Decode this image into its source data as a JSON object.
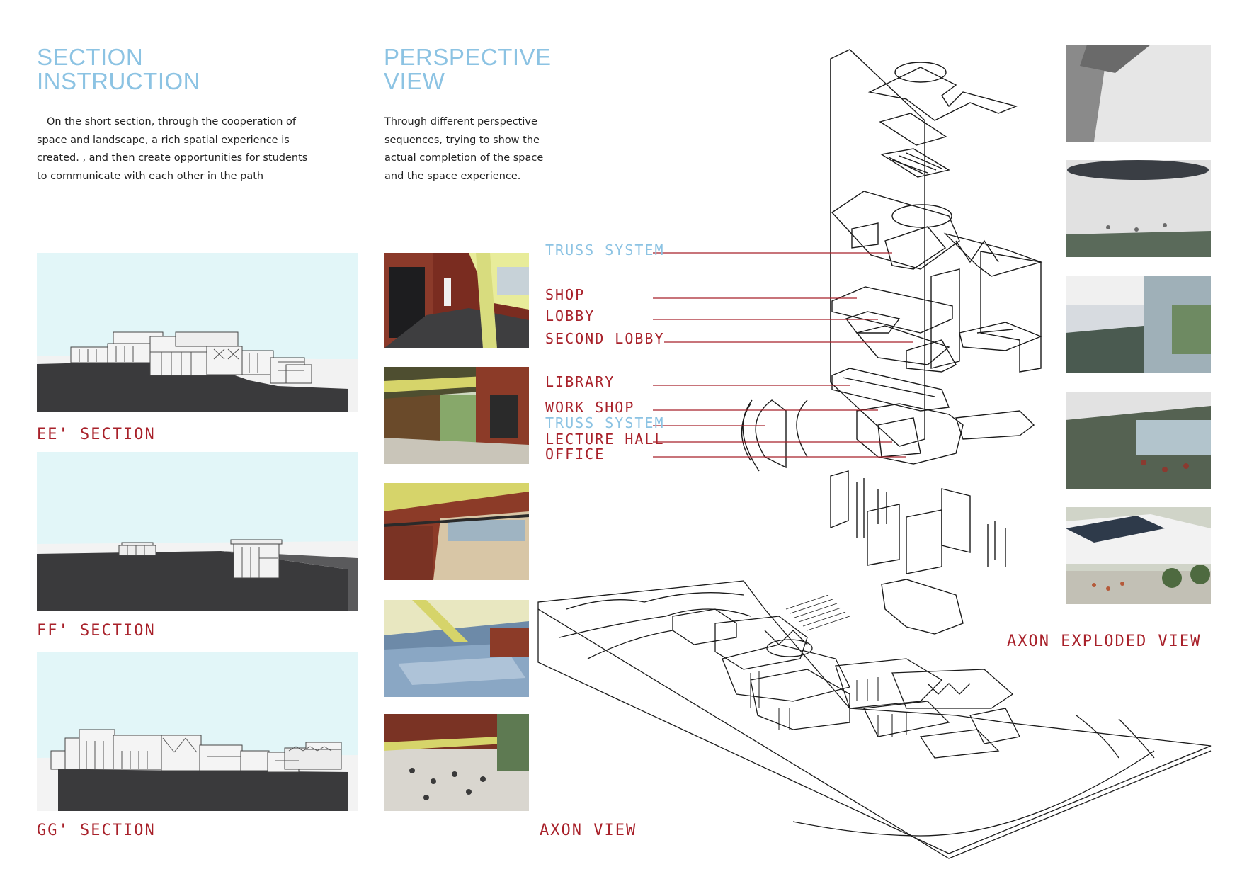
{
  "section_instruction": {
    "title_line1": "SECTION",
    "title_line2": "INSTRUCTION",
    "body_lines": [
      "On the short section, through the cooperation of",
      "space and landscape, a rich spatial experience is",
      "created. , and then create opportunities for students",
      "to communicate with each other in the path"
    ]
  },
  "perspective_view": {
    "title_line1": "PERSPECTIVE",
    "title_line2": "VIEW",
    "body_lines": [
      "Through different perspective",
      "sequences, trying to show the",
      "actual completion of the space",
      "and the space experience."
    ]
  },
  "sections": [
    {
      "label": "EE' SECTION"
    },
    {
      "label": "FF' SECTION"
    },
    {
      "label": "GG' SECTION"
    }
  ],
  "exploded_labels": {
    "truss_system_top": "TRUSS SYSTEM",
    "shop": "SHOP",
    "lobby": "LOBBY",
    "second_lobby": "SECOND LOBBY",
    "library": "LIBRARY",
    "work_shop": "WORK SHOP",
    "truss_system_bottom": "TRUSS SYSTEM",
    "lecture_hall": "LECTURE HALL",
    "office": "OFFICE"
  },
  "axon_view_label": "AXON VIEW",
  "axon_exploded_label": "AXON EXPLODED VIEW",
  "colors": {
    "accent_red": "#a8212a",
    "accent_blue": "#8cc3e3",
    "sky": "#e2f6f8",
    "ground": "#3a3a3c"
  }
}
